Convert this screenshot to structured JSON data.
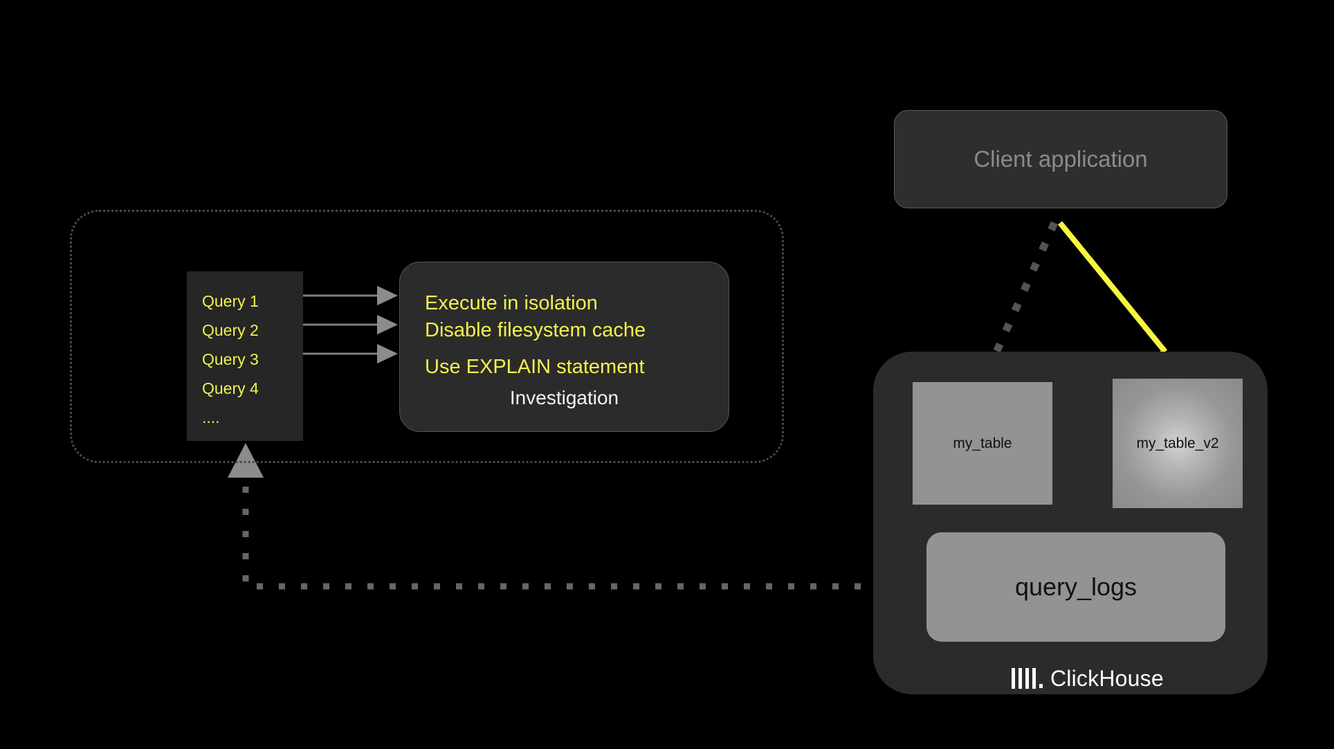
{
  "diagram": {
    "title": "ClickHouse query investigation flow",
    "background_color": "#000000",
    "accent_color": "#f2f24f",
    "panel_color": "#2b2b2b",
    "table_color": "#939393",
    "dotted_color": "#4a4a4a"
  },
  "investigation_group": {
    "query_list": {
      "items": [
        {
          "label": "Query 1"
        },
        {
          "label": "Query 2"
        },
        {
          "label": "Query 3"
        },
        {
          "label": "Query 4"
        },
        {
          "label": "...."
        }
      ]
    },
    "panel": {
      "lines": [
        "Execute in isolation",
        "Disable filesystem cache",
        "Use EXPLAIN statement"
      ],
      "title": "Investigation"
    }
  },
  "client": {
    "label": "Client application"
  },
  "clickhouse": {
    "logo_label": "ClickHouse",
    "tables": [
      {
        "name": "my_table",
        "style": "flat"
      },
      {
        "name": "my_table_v2",
        "style": "glow"
      }
    ],
    "logs": {
      "name": "query_logs"
    }
  },
  "edges": [
    {
      "name": "query1-to-investigation",
      "style": "solid-gray"
    },
    {
      "name": "query2-to-investigation",
      "style": "solid-gray"
    },
    {
      "name": "query3-to-investigation",
      "style": "solid-gray"
    },
    {
      "name": "client-to-my_table",
      "style": "dotted-gray"
    },
    {
      "name": "client-to-my_table_v2",
      "style": "solid-yellow"
    },
    {
      "name": "query_logs-to-query-list",
      "style": "dotted-gray"
    }
  ]
}
